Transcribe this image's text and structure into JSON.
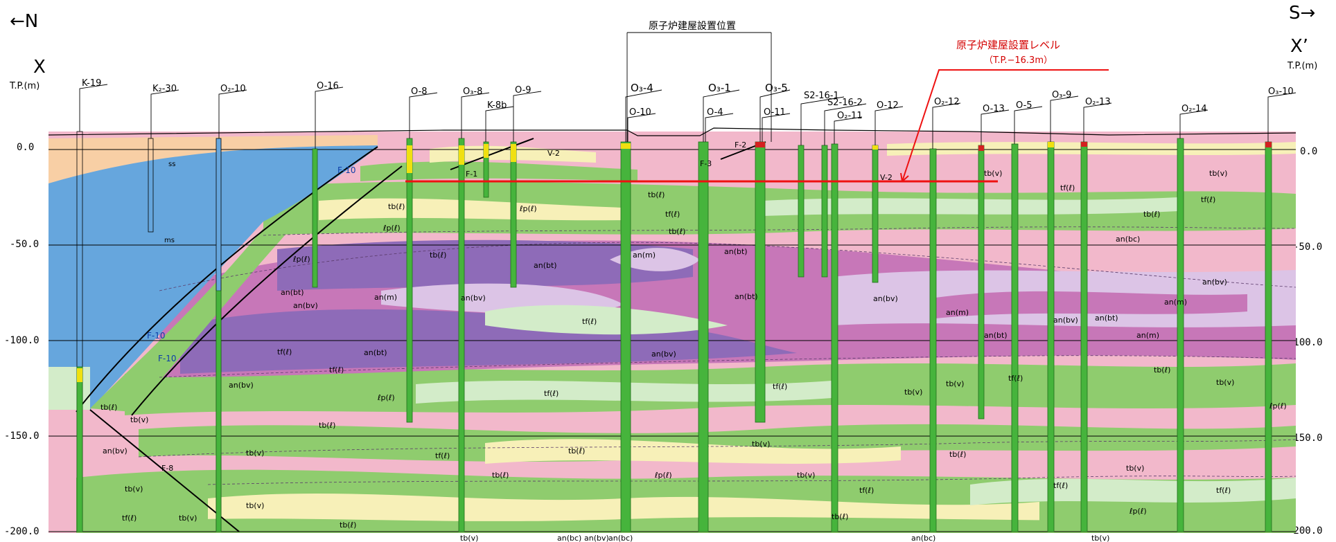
{
  "direction": {
    "left": "←N",
    "right": "S→"
  },
  "section": {
    "left": "X",
    "right": "X’"
  },
  "elevation_unit": {
    "left": "T.P.(m)",
    "right": "T.P.(m)"
  },
  "axis_ticks": [
    "0.0",
    "-50.0",
    "-100.0",
    "-150.0",
    "-200.0"
  ],
  "reactor_position_label": "原子炉建屋設置位置",
  "reactor_level": {
    "label": "原子炉建屋設置レベル",
    "value": "（T.P.−16.3m）"
  },
  "boreholes": [
    "K-19",
    "K₂-30",
    "O₂-10",
    "O-16",
    "O-8",
    "O₃-8",
    "K-8b",
    "O-9",
    "O₃-4",
    "O-10",
    "O₃-1",
    "O-4",
    "O₃-5",
    "O-11",
    "S2-16-1",
    "S2-16-2",
    "O₂-11",
    "O-12",
    "O₂-12",
    "O-13",
    "O-5",
    "O₃-9",
    "O₂-13",
    "O₂-14",
    "O₃-10"
  ],
  "faults": [
    "F-10",
    "F-10",
    "F-10",
    "F-8",
    "F-1",
    "F-2",
    "F-3",
    "V-2",
    "V-2"
  ],
  "rock_units": {
    "upper": [
      "ss",
      "ms"
    ],
    "labels": [
      "tb(v)",
      "tf(ℓ)",
      "tb(ℓ)",
      "ℓp(ℓ)",
      "an(bt)",
      "an(m)",
      "an(bv)",
      "an(bc)"
    ]
  },
  "colors": {
    "tb_v": "#f2b8cb",
    "tb_l": "#8fcc6e",
    "tf_l": "#d3ecc9",
    "lp_l": "#f7f0b8",
    "an_bt": "#8e6bb8",
    "an_m": "#dcc4e6",
    "an_bv": "#c777b8",
    "ms": "#66a6dd",
    "ss": "#f8cfa5",
    "borehole": "#46b43c",
    "reactor_line": "#ee1111"
  }
}
